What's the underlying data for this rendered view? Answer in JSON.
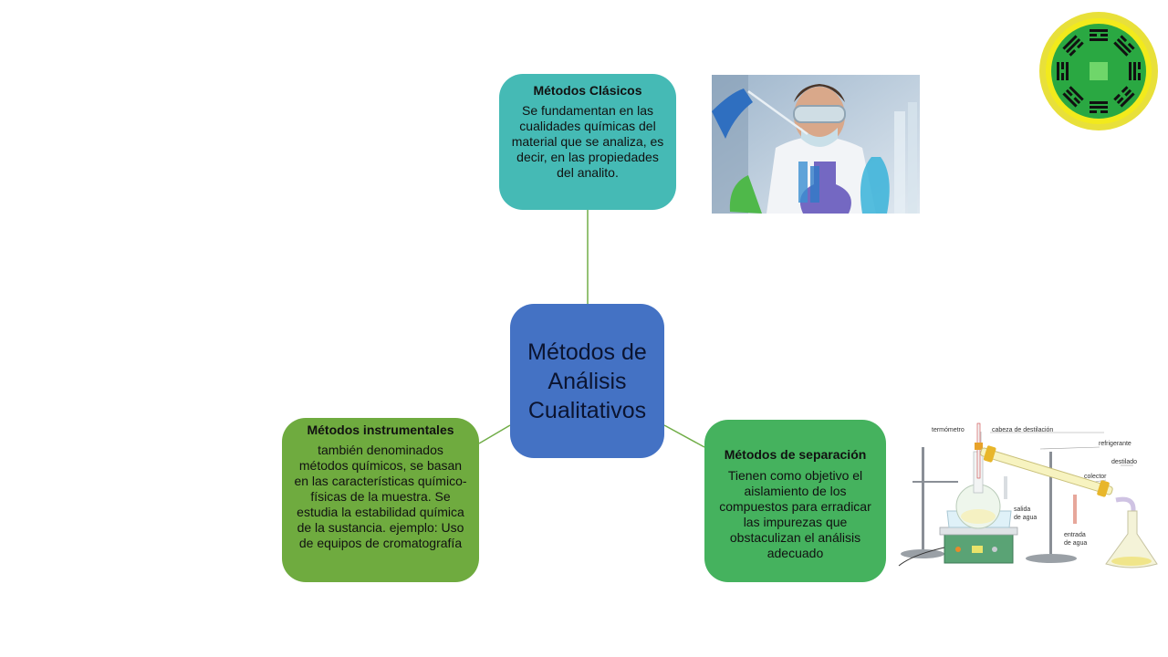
{
  "center": {
    "lines": [
      "Métodos de",
      "Análisis",
      "Cualitativos"
    ]
  },
  "clasicos": {
    "title": "Métodos Clásicos",
    "body": "Se fundamentan en las cualidades químicas del material que se analiza, es decir, en las propiedades del analito."
  },
  "instrumentales": {
    "title": "Métodos instrumentales",
    "body": "también denominados métodos químicos, se basan en las características químico- físicas de la muestra. Se estudia la estabilidad química de la sustancia. ejemplo: Uso de equipos de cromatografía"
  },
  "separacion": {
    "title": "Métodos de separación",
    "body": "Tienen como objetivo el aislamiento de los compuestos para erradicar las impurezas que obstaculizan el análisis adecuado"
  },
  "distillation": {
    "labels": {
      "termometro": "termómetro",
      "cabeza": "cabeza de destilación",
      "refrigerante": "refrigerante",
      "destilado": "destilado",
      "colector": "colector",
      "salida_1": "salida",
      "salida_2": "de agua",
      "entrada_1": "entrada",
      "entrada_2": "de agua"
    }
  },
  "colors": {
    "center": "#4472c4",
    "clasicos": "#45bab5",
    "instrumentales": "#6fab3f",
    "separacion": "#45b25e",
    "connector": "#70ad47"
  }
}
